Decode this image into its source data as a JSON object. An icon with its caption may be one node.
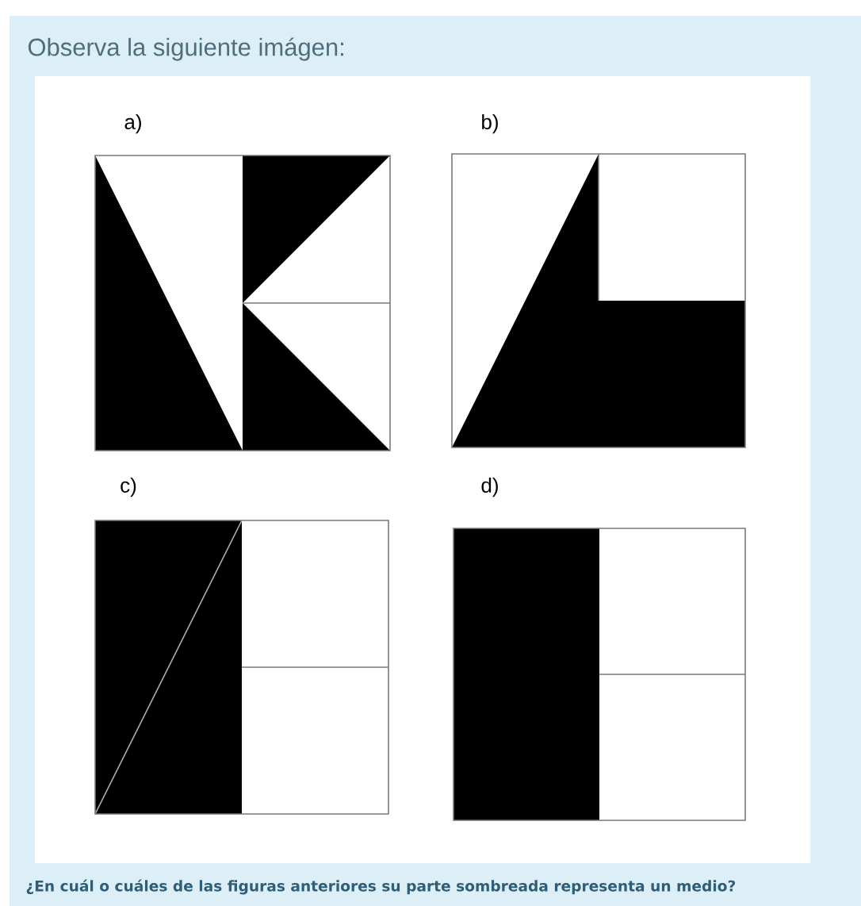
{
  "diagram": {
    "title": "Observa la siguiente imágen:",
    "caption": "¿En cuál o cuáles de las figuras anteriores su parte sombreada representa un medio?",
    "labels": [
      "a)",
      "b)",
      "c)",
      "d)"
    ]
  }
}
